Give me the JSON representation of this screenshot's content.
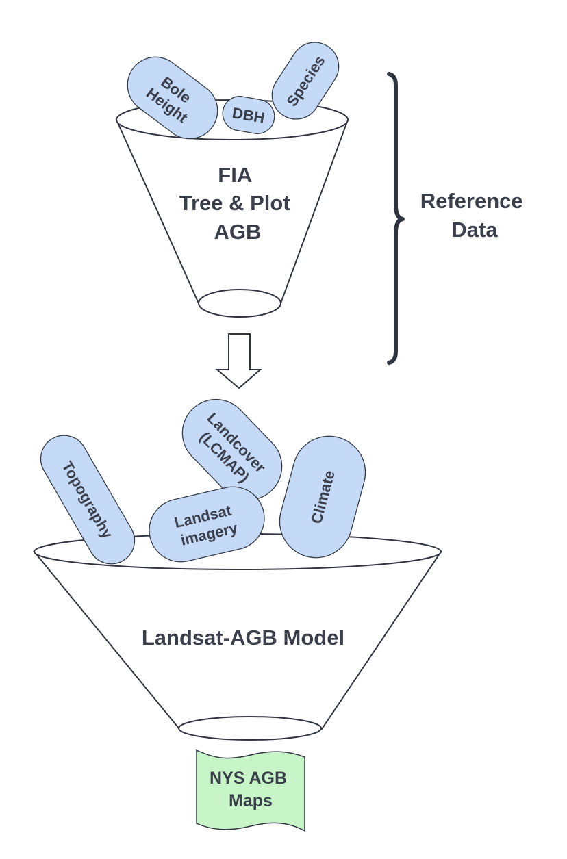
{
  "colors": {
    "pill_fill": "#c5daf6",
    "output_fill": "#c8f5c8",
    "text": "#3a3f4b",
    "stroke": "#2f3440"
  },
  "reference_funnel": {
    "lines": [
      "FIA",
      "Tree & Plot",
      "AGB"
    ],
    "pills": {
      "bole_height": [
        "Bole",
        "Height"
      ],
      "dbh": [
        "DBH"
      ],
      "species": [
        "Species"
      ]
    }
  },
  "reference_bracket": {
    "lines": [
      "Reference",
      "Data"
    ]
  },
  "arrow": {
    "icon": "down-arrow-icon"
  },
  "model_funnel": {
    "label": "Landsat-AGB Model",
    "pills": {
      "topography": [
        "Topography"
      ],
      "landcover": [
        "Landcover",
        "(LCMAP)"
      ],
      "landsat": [
        "Landsat",
        "imagery"
      ],
      "climate": [
        "Climate"
      ]
    }
  },
  "output": {
    "lines": [
      "NYS AGB",
      "Maps"
    ]
  }
}
